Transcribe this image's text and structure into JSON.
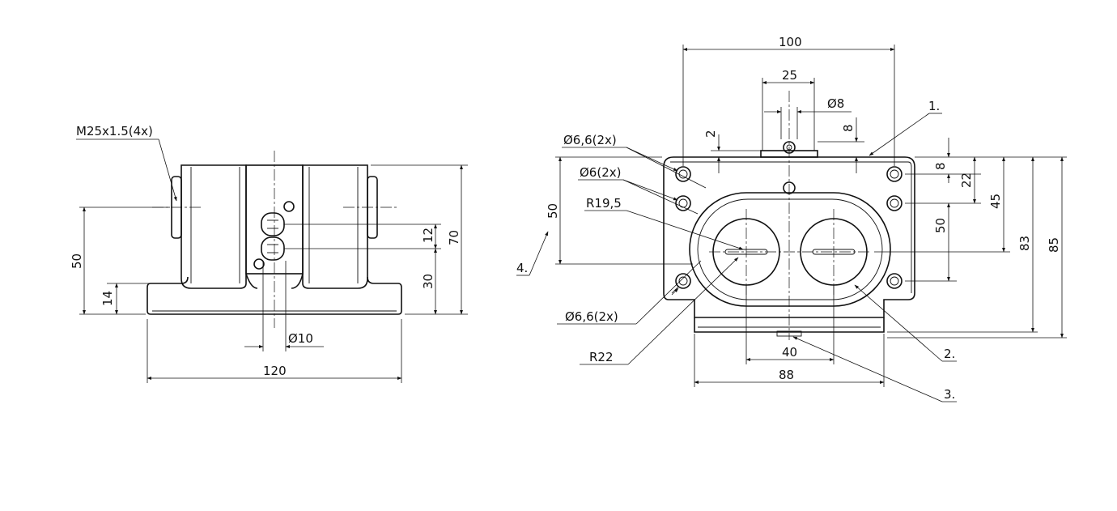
{
  "left_view": {
    "thread_note": "M25x1.5(4x)",
    "dim_width": "120",
    "dim_height": "70",
    "dim_axis_height": "50",
    "dim_base_height": "14",
    "dim_hole_spacing": "12",
    "dim_lower_offset": "30",
    "dim_bore": "Ø10"
  },
  "right_view": {
    "dim_top_width": "100",
    "dim_top_spacing": "25",
    "dim_pin_diameter": "Ø8",
    "dim_step_2": "2",
    "dim_step_8_top": "8",
    "hole_note_1": "Ø6,6(2x)",
    "hole_note_2": "Ø6(2x)",
    "radius_inner": "R19,5",
    "radius_outer": "R22",
    "hole_note_3": "Ø6,6(2x)",
    "dim_left_50": "50",
    "dim_right_8": "8",
    "dim_right_22": "22",
    "dim_right_45": "45",
    "dim_right_50": "50",
    "dim_right_83": "83",
    "dim_right_85": "85",
    "dim_bottom_40": "40",
    "dim_bottom_88": "88",
    "callout_1": "1.",
    "callout_2": "2.",
    "callout_3": "3.",
    "callout_4": "4."
  }
}
